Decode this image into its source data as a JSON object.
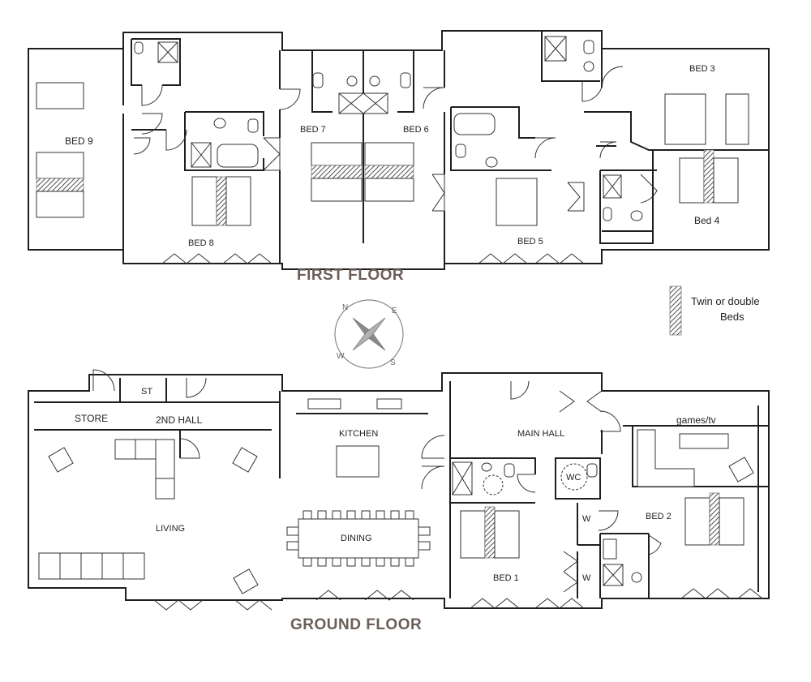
{
  "first_floor": {
    "title": "FIRST FLOOR",
    "rooms": {
      "bed9": "BED 9",
      "bed8": "BED 8",
      "bed7": "BED 7",
      "bed6": "BED 6",
      "bed5": "BED 5",
      "bed3": "BED 3",
      "bed4": "Bed 4"
    }
  },
  "ground_floor": {
    "title": "GROUND FLOOR",
    "rooms": {
      "store": "STORE",
      "st": "ST",
      "hall2": "2ND HALL",
      "kitchen": "KITCHEN",
      "main_hall": "MAIN HALL",
      "games": "games/tv",
      "living": "LIVING",
      "dining": "DINING",
      "wc": "WC",
      "w1": "W",
      "w2": "W",
      "bed2": "BED 2",
      "bed1": "BED 1"
    }
  },
  "legend": {
    "line1": "Twin or double",
    "line2": "Beds"
  },
  "compass": {
    "n": "N",
    "e": "E",
    "s": "S",
    "w": "W"
  }
}
